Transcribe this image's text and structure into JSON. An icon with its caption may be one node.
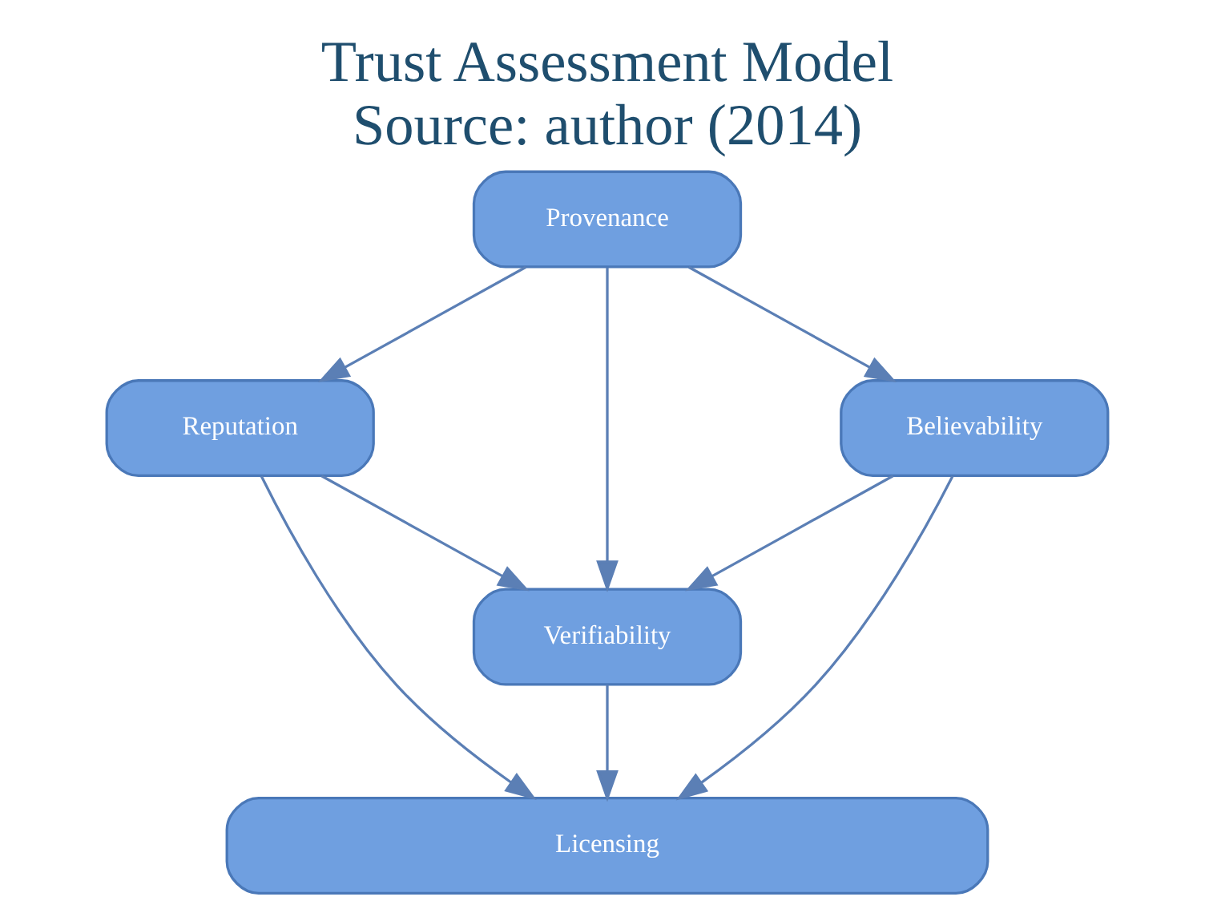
{
  "diagram": {
    "title": "Trust Assessment Model",
    "caption": "Source: author (2014)",
    "nodes": [
      {
        "text": [
          "Provenance"
        ]
      },
      {
        "text": [
          "Reputation"
        ]
      },
      {
        "text": [
          "Believability"
        ]
      },
      {
        "text": [
          "Verifiability"
        ]
      },
      {
        "text": [
          "Licensing"
        ]
      }
    ],
    "edges": [
      {
        "from": 0,
        "to": 1,
        "arrow": "to"
      },
      {
        "from": 0,
        "to": 3,
        "arrow": "to"
      },
      {
        "from": 0,
        "to": 2,
        "arrow": "to"
      },
      {
        "from": 1,
        "to": 3,
        "arrow": "to"
      },
      {
        "from": 2,
        "to": 3,
        "arrow": "to"
      },
      {
        "from": 1,
        "to": 4,
        "arrow": "to"
      },
      {
        "from": 3,
        "to": 4,
        "arrow": "to"
      },
      {
        "from": 2,
        "to": 4,
        "arrow": "to"
      }
    ]
  }
}
